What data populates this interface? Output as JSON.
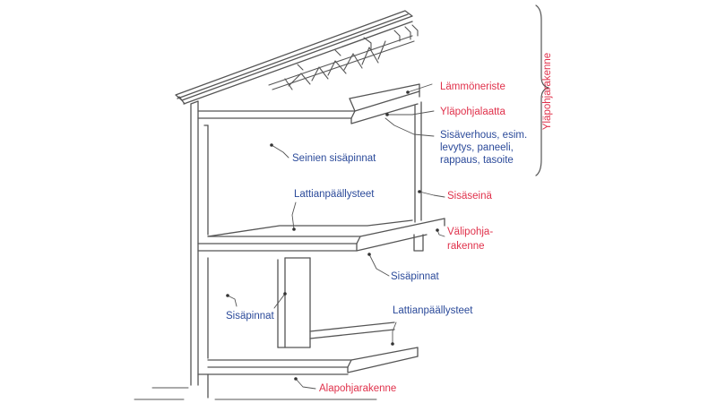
{
  "colors": {
    "red_label": "#e0314b",
    "blue_label": "#2b4a9a",
    "line": "#555555"
  },
  "labels": {
    "lammoneriste": "Lämmöneriste",
    "ylapohjalaatta": "Yläpohjalaatta",
    "sisaverhous_1": "Sisäverhous, esim.",
    "sisaverhous_2": "levytys, paneeli,",
    "sisaverhous_3": "rappaus, tasoite",
    "seinien_sisapinnat": "Seinien sisäpinnat",
    "lattianpaallysteet_upper": "Lattianpäällysteet",
    "sisaseina": "Sisäseinä",
    "valipohja_1": "Välipohja-",
    "valipohja_2": "rakenne",
    "sisapinnat_right": "Sisäpinnat",
    "sisapinnat_left": "Sisäpinnat",
    "lattianpaallysteet_lower": "Lattianpäällysteet",
    "alapohjarakenne": "Alapohjarakenne",
    "ylapohjarakenne": "Yläpohjarakenne"
  }
}
